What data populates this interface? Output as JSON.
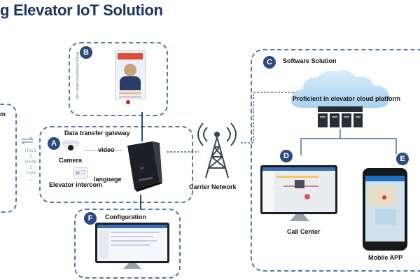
{
  "title": "g Elevator IoT Solution",
  "left_panel": {
    "partial_label": "m",
    "protocols": [
      "RS23",
      "2",
      "RS48",
      "5",
      "CAN",
      "..."
    ]
  },
  "panel_a": {
    "badge": "A",
    "heading": "Data transfer gateway",
    "camera_label": "Camera",
    "video_label": "video",
    "intercom_label": "Elevator intercom",
    "language_label": "language"
  },
  "panel_b": {
    "badge": "B",
    "side_text": "Bridge entrapment safety case"
  },
  "panel_f": {
    "badge": "F",
    "heading": "Configuration"
  },
  "carrier": {
    "label": "Carrier Network"
  },
  "panel_c": {
    "badge": "C",
    "heading": "Software Solution",
    "cloud_label": "Proficient in elevator cloud platform"
  },
  "panel_d": {
    "badge": "D",
    "label": "Call Center"
  },
  "panel_e": {
    "badge": "E",
    "label": "Mobile APP"
  },
  "colors": {
    "accent": "#2c4a82",
    "dashed": "#5a77a6",
    "title": "#1f3360"
  }
}
